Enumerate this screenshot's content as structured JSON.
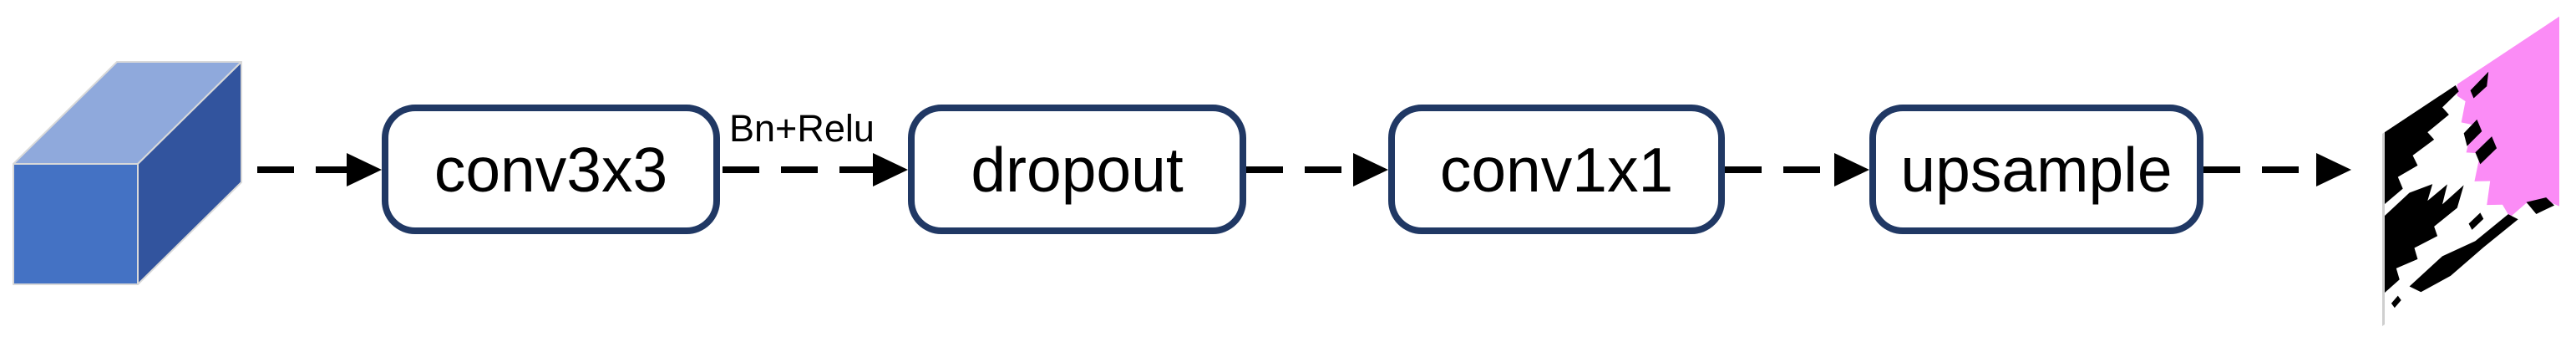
{
  "flow": {
    "input": {
      "name": "feature-map-cuboid"
    },
    "blocks": [
      {
        "label": "conv3x3"
      },
      {
        "label": "dropout"
      },
      {
        "label": "conv1x1"
      },
      {
        "label": "upsample"
      }
    ],
    "arrow_label": "Bn+Relu",
    "output": {
      "name": "segmentation-mask-image"
    }
  },
  "colors": {
    "box_border": "#203864",
    "arrow": "#000000",
    "cuboid_front": "#4472C4",
    "cuboid_top": "#8FA9DC",
    "cuboid_side": "#32549E",
    "cuboid_edge": "#D9D9D9",
    "output_pink": "#FB8CF6",
    "output_black": "#000000",
    "output_white": "#FFFFFF"
  }
}
